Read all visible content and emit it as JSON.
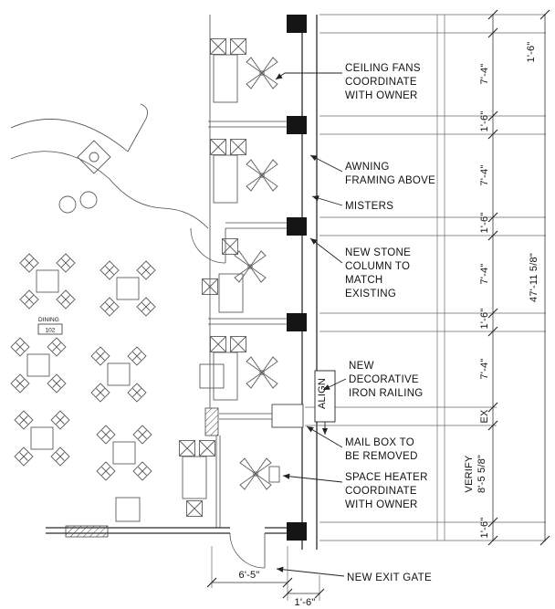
{
  "room": {
    "name": "DINING",
    "number": "102"
  },
  "annotations": {
    "ceiling_fans": [
      "CEILING FANS",
      "COORDINATE",
      "WITH OWNER"
    ],
    "awning": [
      "AWNING",
      "FRAMING ABOVE"
    ],
    "misters": "MISTERS",
    "stone_column": [
      "NEW STONE",
      "COLUMN TO",
      "MATCH",
      "EXISTING"
    ],
    "iron_railing": [
      "NEW",
      "DECORATIVE",
      "IRON RAILING"
    ],
    "align": "ALIGN",
    "mailbox": [
      "MAIL BOX TO",
      "BE REMOVED"
    ],
    "space_heater": [
      "SPACE HEATER",
      "COORDINATE",
      "WITH OWNER"
    ],
    "exit_gate": "NEW EXIT GATE"
  },
  "dimensions": {
    "col_width": "1'-6\"",
    "bay_width": "7'-4\"",
    "overall": "47'-11 5/8\"",
    "existing": "EX",
    "verify_width": "8'-5 5/8\"",
    "verify_note": "VERIFY",
    "gate_width": "6'-5\"",
    "bottom_col": "1'-6\""
  }
}
